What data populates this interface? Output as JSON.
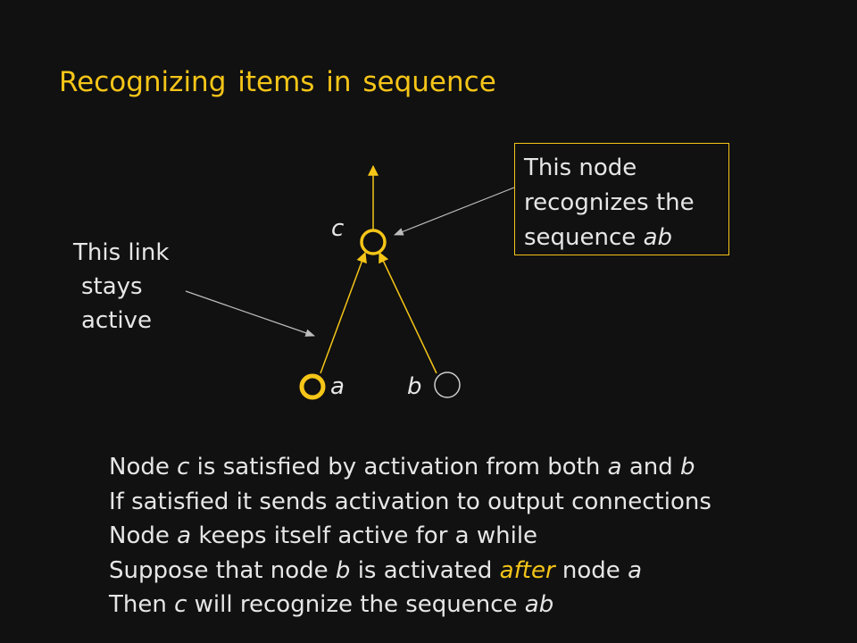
{
  "slide": {
    "title": "Recognizing items in sequence"
  },
  "diagram": {
    "nodes": {
      "c": "c",
      "a": "a",
      "b": "b"
    },
    "callout": {
      "line1": "This node",
      "line2": "recognizes the",
      "line3_text": "sequence ",
      "line3_emph": "ab"
    },
    "link_note": {
      "line1": "This link",
      "line2": "stays",
      "line3": "active"
    },
    "colors": {
      "accent": "#f5c518",
      "text": "#e6e6e6",
      "background": "#111111"
    }
  },
  "explanation": {
    "line1": {
      "p1": "Node ",
      "v1": "c",
      "p2": " is satisfied by activation from both ",
      "v2": "a",
      "p3": " and ",
      "v3": "b"
    },
    "line2": {
      "p1": "If satisfied it sends activation to output connections"
    },
    "line3": {
      "p1": "Node ",
      "v1": "a",
      "p2": "  keeps itself active for a while"
    },
    "line4": {
      "p1": "Suppose that node ",
      "v1": "b",
      "p2": "  is activated ",
      "emph": "after",
      "p3": "  node ",
      "v2": "a"
    },
    "line5": {
      "p1": "Then ",
      "v1": "c",
      "p2": " will recognize the sequence ",
      "v2": "ab"
    }
  }
}
